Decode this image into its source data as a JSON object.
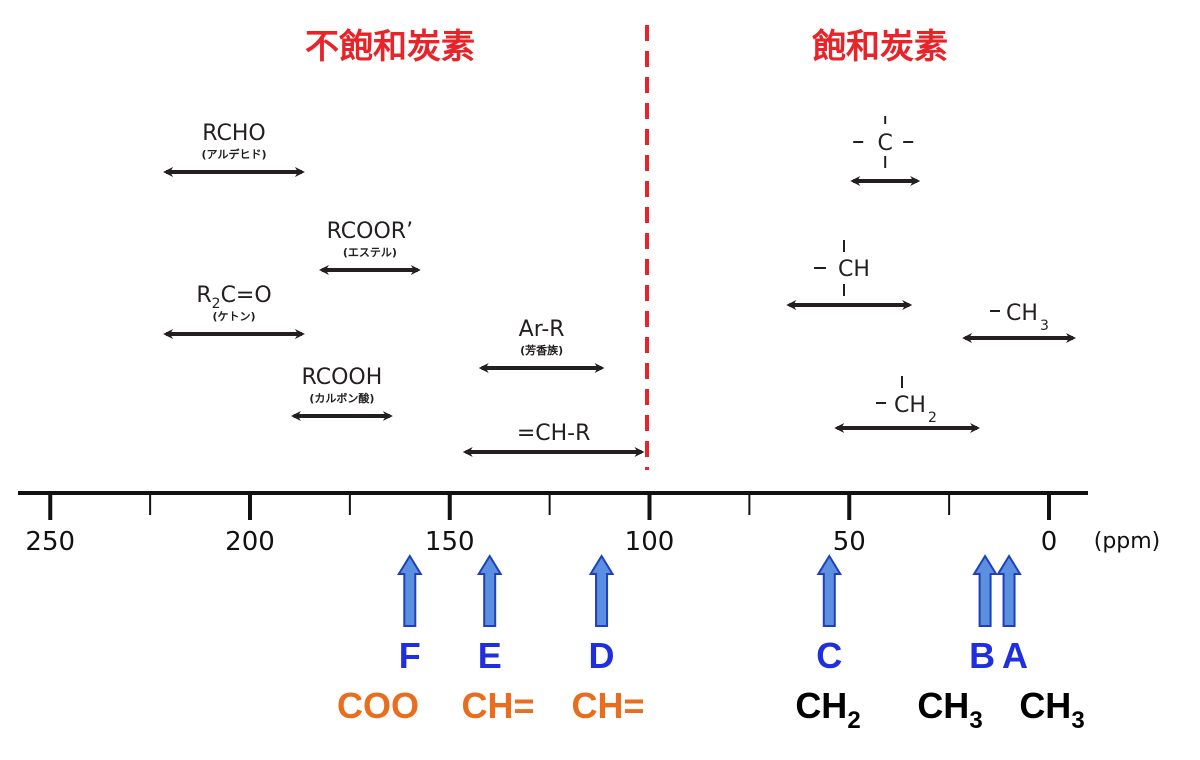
{
  "titles": {
    "unsaturated": "不飽和炭素",
    "saturated": "飽和炭素"
  },
  "axis": {
    "ticks": [
      "250",
      "200",
      "150",
      "100",
      "50",
      "0"
    ],
    "unit": "(ppm)"
  },
  "ranges": [
    {
      "label": "RCHO",
      "sub": "(アルデヒド)",
      "from": 222,
      "to": 186
    },
    {
      "label": "RCOOR’",
      "sub": "(エステル)",
      "from": 183,
      "to": 157
    },
    {
      "label": "R2C=O",
      "sub": "(ケトン)",
      "from": 222,
      "to": 186
    },
    {
      "label": "RCOOH",
      "sub": "(カルボン酸)",
      "from": 190,
      "to": 164
    },
    {
      "label": "Ar-R",
      "sub": "(芳香族)",
      "from": 143,
      "to": 111
    },
    {
      "label": "=CH-R",
      "sub": "",
      "from": 147,
      "to": 101
    },
    {
      "label": "-C-",
      "sub": "",
      "from": 50,
      "to": 32
    },
    {
      "label": "-CH",
      "sub": "",
      "from": 66,
      "to": 34
    },
    {
      "label": "-CH3",
      "sub": "",
      "from": 22,
      "to": -7
    },
    {
      "label": "-CH2",
      "sub": "",
      "from": 54,
      "to": 17
    }
  ],
  "peaks": [
    {
      "letter": "F",
      "ppm": 160,
      "assign": "COO",
      "color": "#e86d1f"
    },
    {
      "letter": "E",
      "ppm": 140,
      "assign": "CH=",
      "color": "#e86d1f"
    },
    {
      "letter": "D",
      "ppm": 112,
      "assign": "CH=",
      "color": "#e86d1f"
    },
    {
      "letter": "C",
      "ppm": 55,
      "assign": "CH2",
      "color": "#000000"
    },
    {
      "letter": "B",
      "ppm": 16,
      "assign": "CH3",
      "color": "#000000"
    },
    {
      "letter": "A",
      "ppm": 10,
      "assign": "CH3",
      "color": "#000000"
    }
  ],
  "colors": {
    "title": "#e8232a",
    "divider": "#e8232a",
    "arrow_fill": "#5b8fe0",
    "arrow_stroke": "#1f3fbf",
    "peak_letter": "#1f2fe0",
    "range_arrow": "#231f20"
  }
}
